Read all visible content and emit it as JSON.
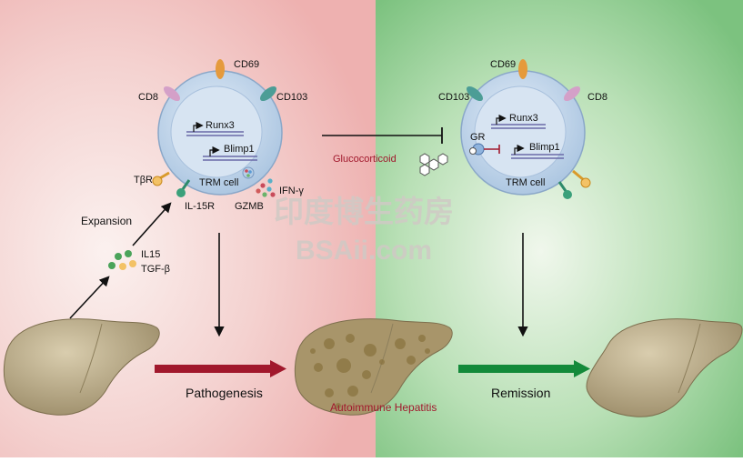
{
  "colors": {
    "left_bg": "#f2c4c2",
    "right_bg": "#9fd3a0",
    "cell_fill": "#c9dbef",
    "liver": "#b7a785",
    "pathogenesis_arrow": "#a1182c",
    "remission_arrow": "#138a3a",
    "red_text": "#a1182c"
  },
  "left_cell": {
    "receptors": {
      "cd69": "CD69",
      "cd8": "CD8",
      "cd103": "CD103",
      "tbr": "TβR",
      "il15r": "IL-15R"
    },
    "genes": {
      "runx3": "Runx3",
      "blimp1": "Blimp1"
    },
    "label": "TRM cell",
    "secreted": {
      "ifn": "IFN-γ",
      "gzmb": "GZMB"
    }
  },
  "right_cell": {
    "receptors": {
      "cd69": "CD69",
      "cd103": "CD103",
      "cd8": "CD8",
      "gr": "GR"
    },
    "genes": {
      "runx3": "Runx3",
      "blimp1": "Blimp1"
    },
    "label": "TRM cell"
  },
  "cytokines": {
    "il15": "IL15",
    "tgf": "TGF-β"
  },
  "labels": {
    "expansion": "Expansion",
    "glucocorticoid": "Glucocorticoid",
    "pathogenesis": "Pathogenesis",
    "autoimmune": "Autoimmune Hepatitis",
    "remission": "Remission"
  },
  "watermark": {
    "line1": "印度博生药房",
    "line2": "BSAii.com"
  }
}
